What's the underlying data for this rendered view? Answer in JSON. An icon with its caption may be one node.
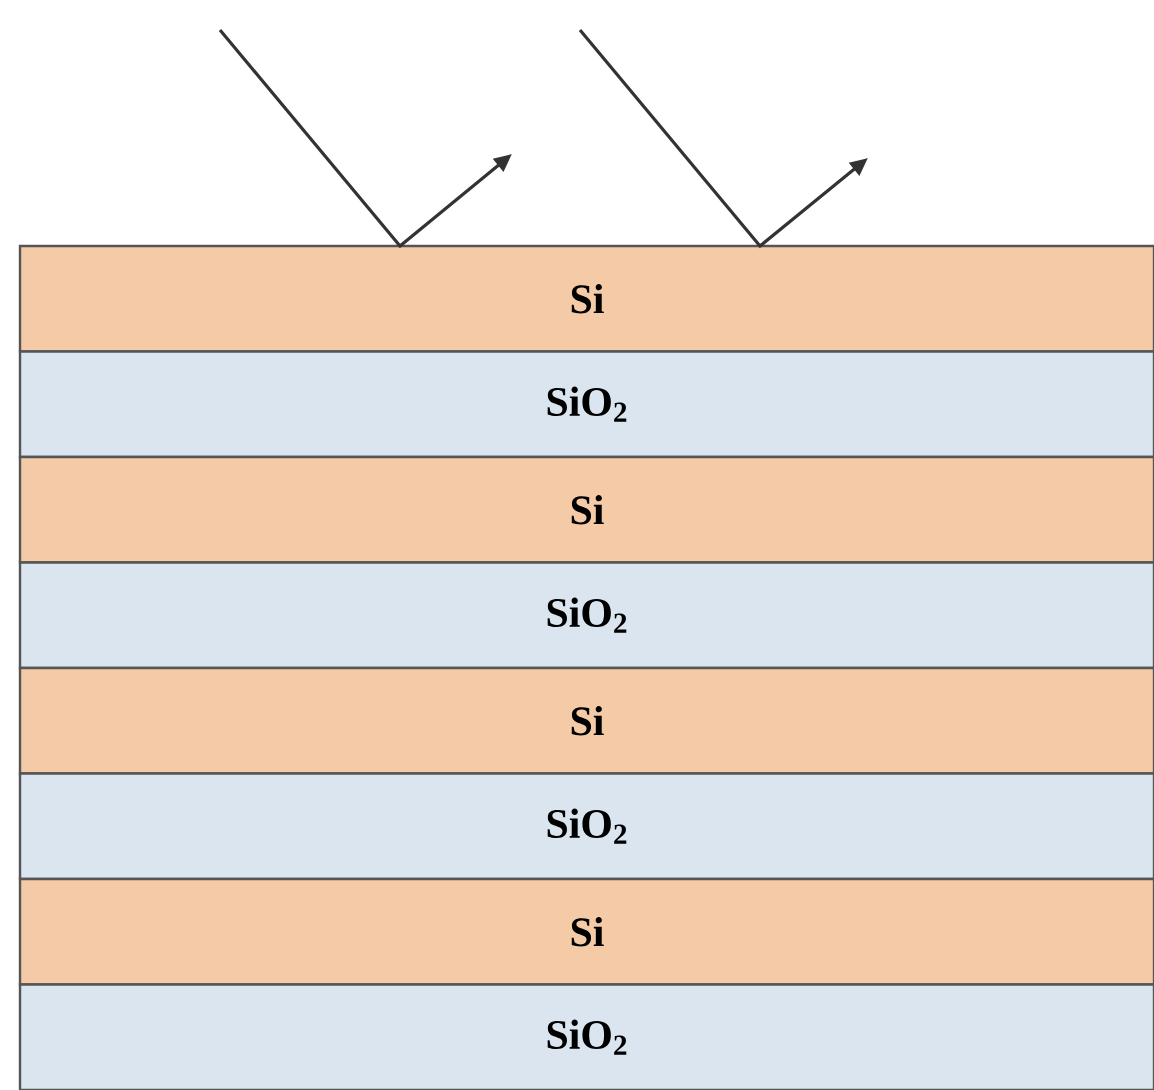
{
  "diagram": {
    "nodes": [
      {
        "text": [
          "Si"
        ]
      },
      {
        "text": [
          "SiO$_{2}$"
        ]
      },
      {
        "text": [
          "Si"
        ]
      },
      {
        "text": [
          "SiO$_{2}$"
        ]
      },
      {
        "text": [
          "Si"
        ]
      },
      {
        "text": [
          "SiO$_{2}$"
        ]
      },
      {
        "text": [
          "Si"
        ]
      },
      {
        "text": [
          "SiO$_{2}$"
        ]
      }
    ]
  }
}
